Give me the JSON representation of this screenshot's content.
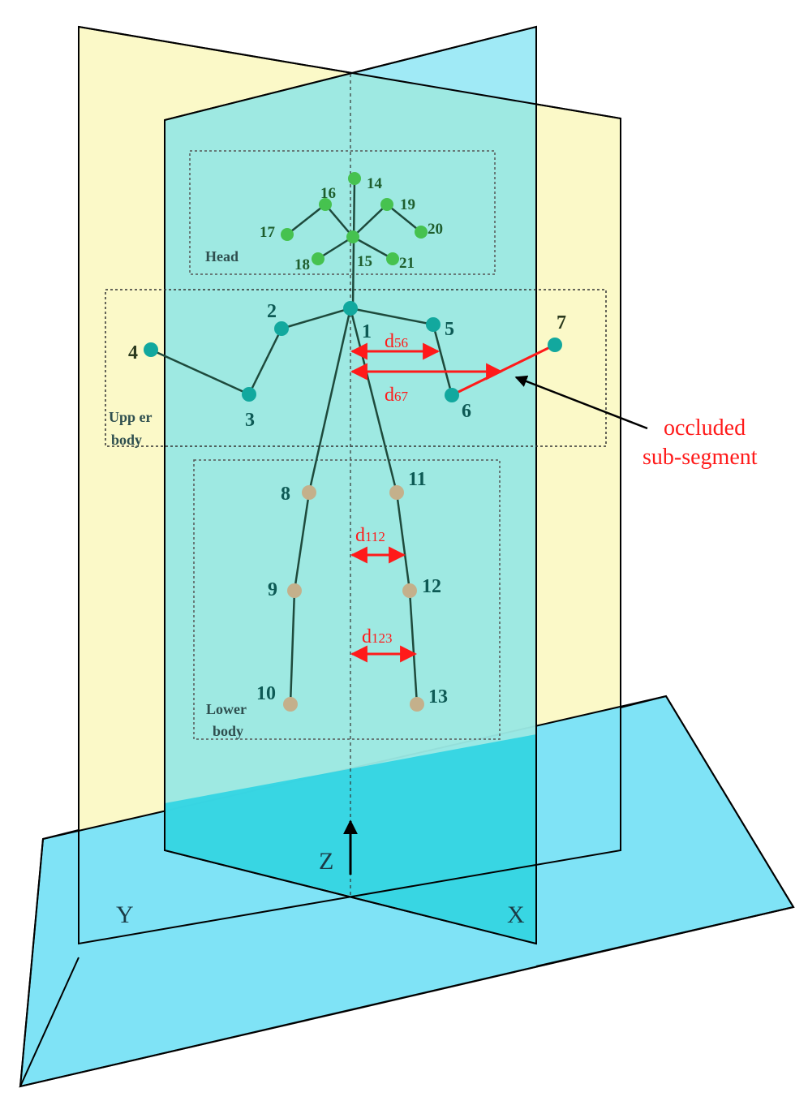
{
  "regions": {
    "head": "Head",
    "upper_body": [
      "Upp er",
      "body"
    ],
    "lower_body": [
      "Lower",
      "body"
    ]
  },
  "axes": {
    "x": "X",
    "y": "Y",
    "z": "Z"
  },
  "distances": {
    "d56": {
      "base": "d",
      "sub": "56"
    },
    "d67": {
      "base": "d",
      "sub": "67"
    },
    "d112": {
      "base": "d",
      "sub": "112"
    },
    "d123": {
      "base": "d",
      "sub": "123"
    }
  },
  "annotation": [
    "occluded",
    "sub-segment"
  ],
  "joints": [
    "1",
    "2",
    "3",
    "4",
    "5",
    "6",
    "7",
    "8",
    "9",
    "10",
    "11",
    "12",
    "13",
    "14",
    "15",
    "16",
    "17",
    "18",
    "19",
    "20",
    "21"
  ],
  "colors": {
    "yellow_plane": "#fbf9c8",
    "blue_plane": "#7fe3f6",
    "teal_plane": "#a6ece0",
    "joint_upper": "#12a89e",
    "joint_head": "#46c24f",
    "joint_lower": "#c4b08b",
    "measure": "#ff1a1a"
  }
}
